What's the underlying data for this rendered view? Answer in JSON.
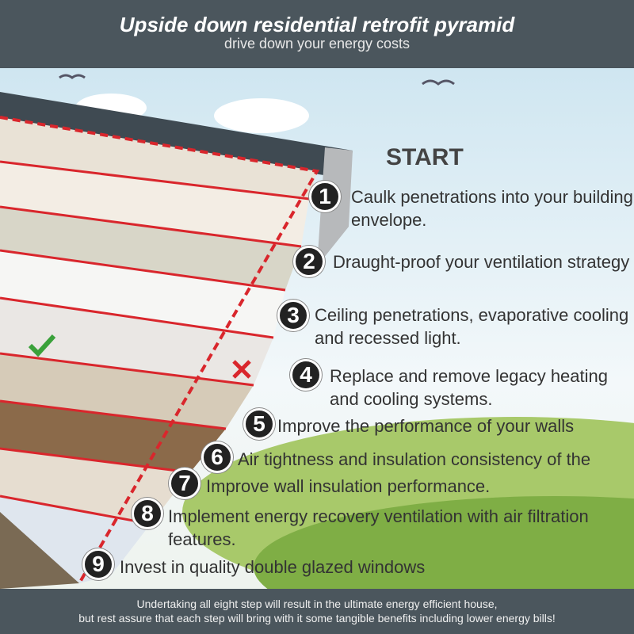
{
  "header": {
    "title": "Upside down residential retrofit pyramid",
    "subtitle": "drive down your energy costs"
  },
  "start_label": "START",
  "steps": [
    {
      "number": "1",
      "text_line1": "Caulk penetrations into your building",
      "text_line2": "envelope."
    },
    {
      "number": "2",
      "text_line1": "Draught-proof your ventilation strategy"
    },
    {
      "number": "3",
      "text_line1": "Ceiling penetrations, evaporative cooling",
      "text_line2": "and recessed light."
    },
    {
      "number": "4",
      "text_line1": "Replace and remove legacy heating",
      "text_line2": "and cooling systems."
    },
    {
      "number": "5",
      "text_line1": "Improve the performance of your walls"
    },
    {
      "number": "6",
      "text_line1": "Air tightness and insulation consistency of the"
    },
    {
      "number": "7",
      "text_line1": "Improve wall insulation performance."
    },
    {
      "number": "8",
      "text_line1": "Implement energy recovery ventilation with air filtration",
      "text_line2": "features."
    },
    {
      "number": "9",
      "text_line1": "Invest in quality double glazed windows"
    }
  ],
  "footer": {
    "line1": "Undertaking all eight step will result in the ultimate energy efficient house,",
    "line2": "but rest assure that each step will bring with it some tangible benefits including lower energy bills!"
  },
  "colors": {
    "header_bg": "#4b565d",
    "accent_red": "#d9262c",
    "number_badge": "#222222"
  }
}
